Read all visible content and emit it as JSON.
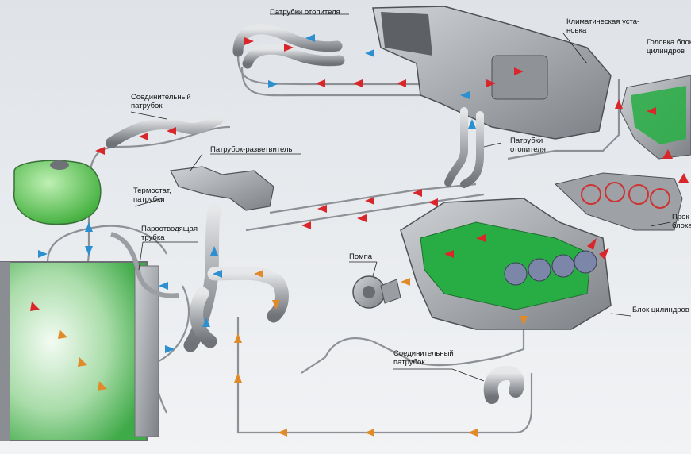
{
  "labels": {
    "heater_hoses_top": "Патрубки отопителя",
    "climate_unit_l1": "Климатическая уста-",
    "climate_unit_l2": "новка",
    "head_l1": "Головка блок",
    "head_l2": "цилиндров",
    "connecting_hose_top_l1": "Соединительный",
    "connecting_hose_top_l2": "патрубок",
    "branch_hose": "Патрубок-разветвитель",
    "heater_hoses_mid_l1": "Патрубки",
    "heater_hoses_mid_l2": "отопителя",
    "thermostat_l1": "Термостат,",
    "thermostat_l2": "патрубки",
    "steam_tube_l1": "Пароотводящая",
    "steam_tube_l2": "трубка",
    "pump": "Помпа",
    "gasket_l1": "Прок",
    "gasket_l2": "блока",
    "cylinder_block": "Блок цилиндров",
    "connecting_hose_bottom_l1": "Соединительный",
    "connecting_hose_bottom_l2": "патрубок"
  },
  "colors": {
    "hot_arrow": "#d8262a",
    "cold_arrow": "#2b8fd0",
    "warm_arrow": "#e08a2a",
    "coolant_green": "#2db34a",
    "metal": "#a9adb2",
    "hose": "#b9bcc0"
  }
}
